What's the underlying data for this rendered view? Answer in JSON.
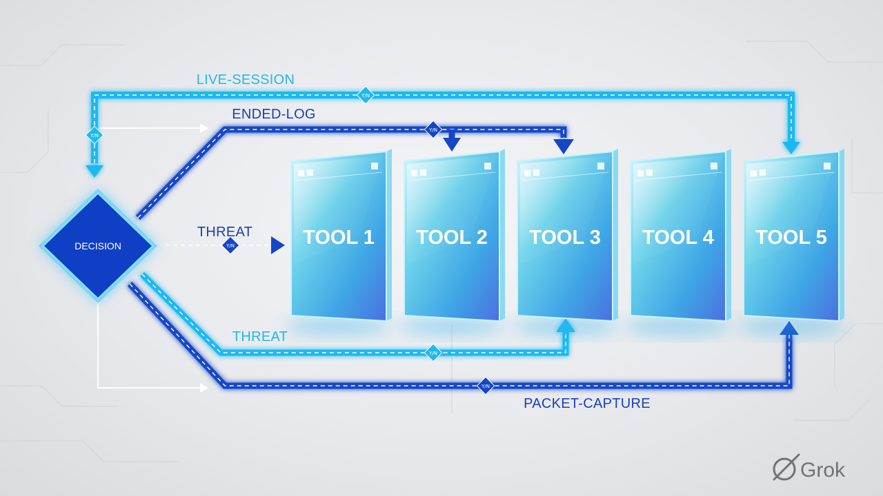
{
  "decision": {
    "label": "DECISION"
  },
  "tools": [
    {
      "label": "TOOL 1"
    },
    {
      "label": "TOOL 2"
    },
    {
      "label": "TOOL 3"
    },
    {
      "label": "TOOL 4"
    },
    {
      "label": "TOOL 5"
    }
  ],
  "flows": {
    "live_session": "LIVE-SESSION",
    "ended_log": "ENDED-LOG",
    "threat_middle": "THREAT",
    "threat_lower": "THREAT",
    "packet_capture": "PACKET-CAPTURE"
  },
  "gate_label": "Y/N",
  "branding": {
    "name": "Grok"
  },
  "colors": {
    "light_flow": "#1fb9f0",
    "dark_flow": "#1446c6",
    "decision_fill": "#0f3fc4",
    "label_light": "#22b8e8",
    "label_dark": "#1a3fb5"
  }
}
